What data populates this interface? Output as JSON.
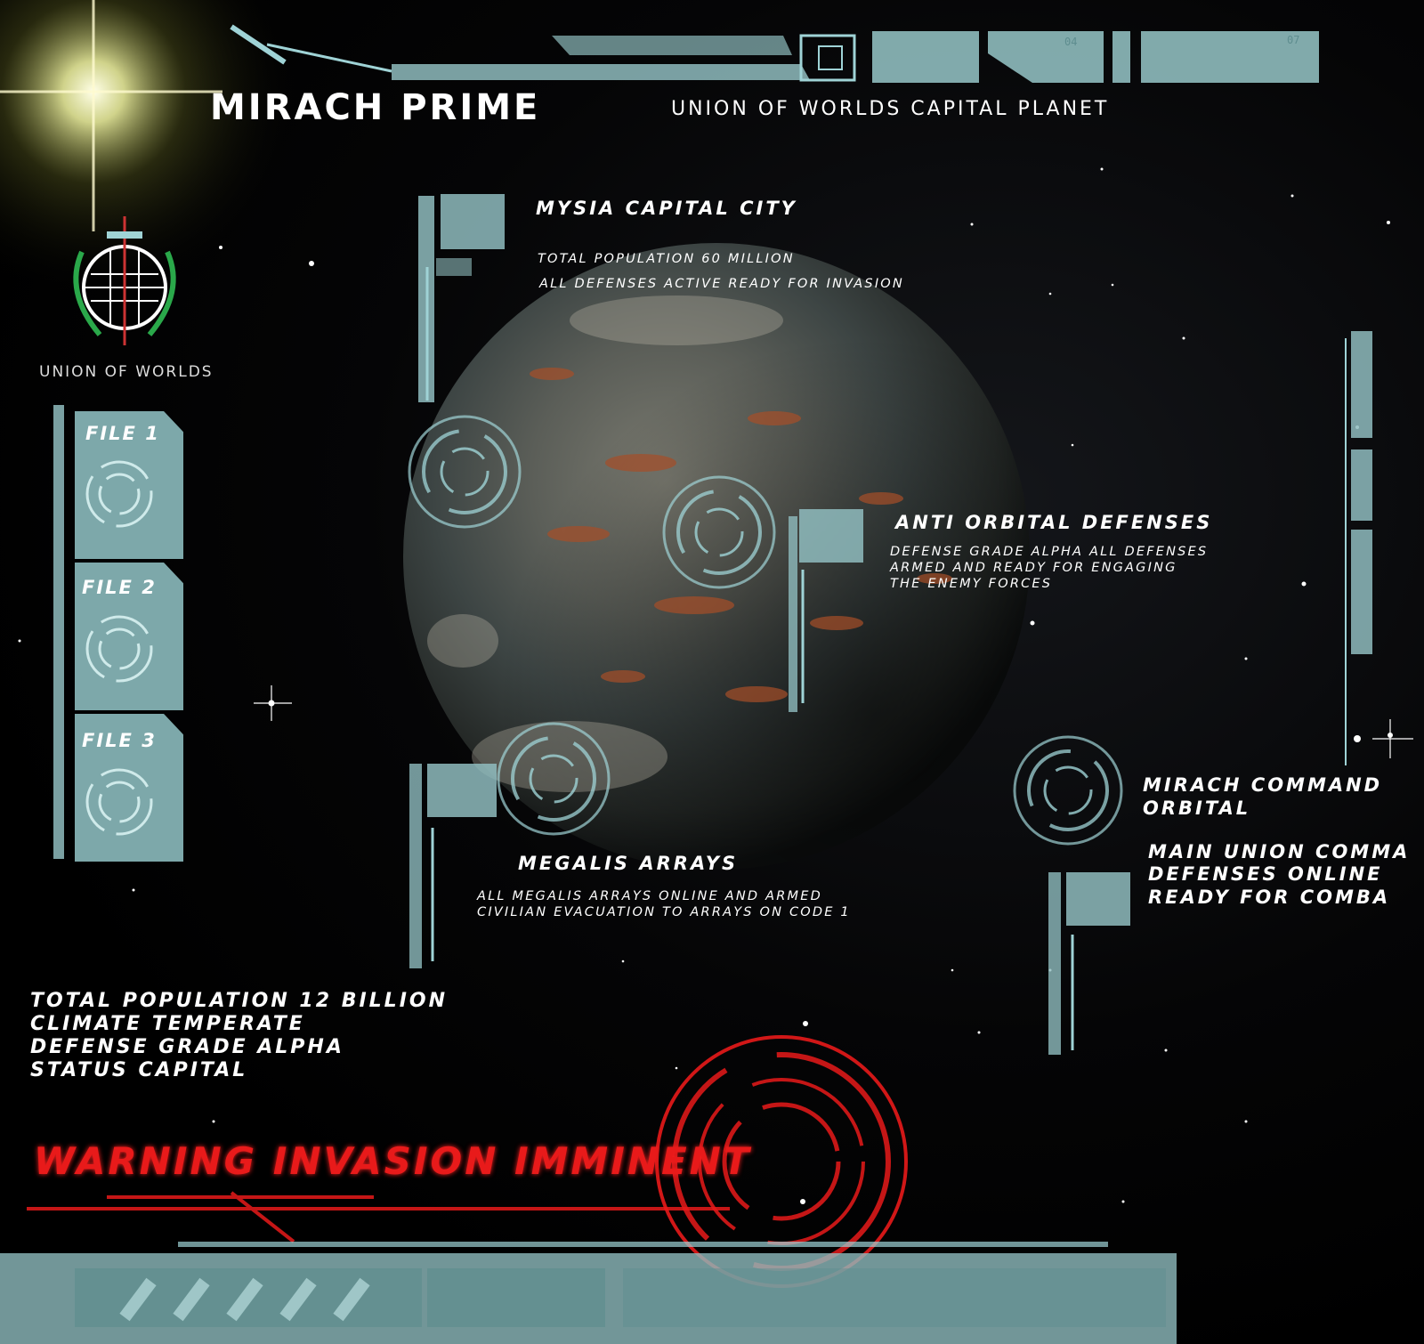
{
  "header": {
    "title": "MIRACH PRIME",
    "subtitle": "UNION OF WORLDS CAPITAL PLANET"
  },
  "emblem": {
    "label": "UNION OF WORLDS"
  },
  "files": [
    {
      "label": "FILE 1"
    },
    {
      "label": "FILE 2"
    },
    {
      "label": "FILE 3"
    }
  ],
  "capital_city": {
    "title": "MYSIA CAPITAL CITY",
    "line1": "TOTAL POPULATION 60 MILLION",
    "line2": "ALL DEFENSES ACTIVE READY FOR INVASION"
  },
  "anti_orbital": {
    "title": "ANTI ORBITAL DEFENSES",
    "line1": "DEFENSE GRADE ALPHA ALL DEFENSES",
    "line2": "ARMED AND READY FOR ENGAGING",
    "line3": "THE ENEMY FORCES"
  },
  "command_orbital": {
    "title1": "MIRACH COMMAND",
    "title2": "ORBITAL",
    "line1": "MAIN UNION COMMA",
    "line2": "DEFENSES ONLINE",
    "line3": "READY FOR COMBA"
  },
  "megalis": {
    "title": "MEGALIS ARRAYS",
    "line1": "ALL MEGALIS ARRAYS ONLINE AND ARMED",
    "line2": "CIVILIAN EVACUATION TO ARRAYS ON CODE 1"
  },
  "stats": {
    "population": "TOTAL POPULATION 12 BILLION",
    "climate": "CLIMATE TEMPERATE",
    "defense": "DEFENSE GRADE ALPHA",
    "status": "STATUS CAPITAL"
  },
  "alert": {
    "text": "WARNING INVASION IMMINENT",
    "color": "#e81a1a"
  },
  "colors": {
    "panel": "#8fbcbe",
    "hud_line": "#9fd3d6",
    "background": "#000000"
  },
  "panel_codes": {
    "code_a": "04",
    "code_b": "07"
  }
}
